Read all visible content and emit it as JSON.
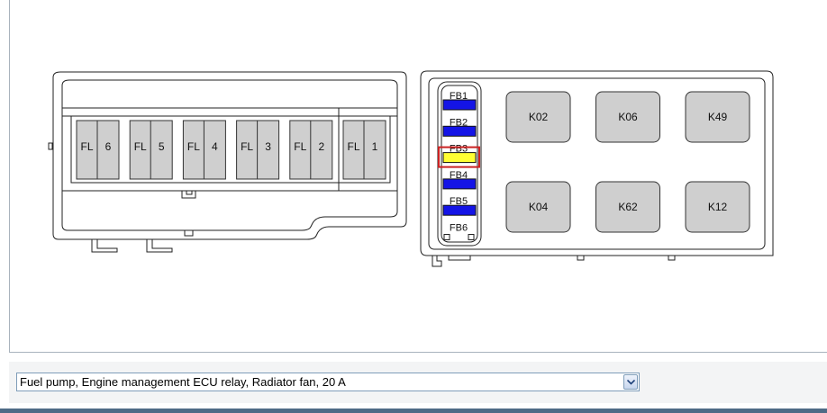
{
  "left_box": {
    "fuses": [
      {
        "prefix": "FL",
        "number": "6"
      },
      {
        "prefix": "FL",
        "number": "5"
      },
      {
        "prefix": "FL",
        "number": "4"
      },
      {
        "prefix": "FL",
        "number": "3"
      },
      {
        "prefix": "FL",
        "number": "2"
      },
      {
        "prefix": "FL",
        "number": "1"
      }
    ]
  },
  "right_box": {
    "fuses": [
      {
        "label": "FB1",
        "color": "#1414e6",
        "highlighted": false
      },
      {
        "label": "FB2",
        "color": "#1414e6",
        "highlighted": false
      },
      {
        "label": "FB3",
        "color": "#ffff33",
        "highlighted": true
      },
      {
        "label": "FB4",
        "color": "#1414e6",
        "highlighted": false
      },
      {
        "label": "FB5",
        "color": "#1414e6",
        "highlighted": false
      },
      {
        "label": "FB6",
        "color": null,
        "highlighted": false
      }
    ],
    "relays": [
      {
        "label": "K02"
      },
      {
        "label": "K06"
      },
      {
        "label": "K49"
      },
      {
        "label": "K04"
      },
      {
        "label": "K62"
      },
      {
        "label": "K12"
      }
    ],
    "highlight_color": "#cc2222"
  },
  "selector": {
    "value": "Fuel pump, Engine management ECU relay, Radiator fan, 20 A",
    "icon": "chevron-down-icon"
  }
}
